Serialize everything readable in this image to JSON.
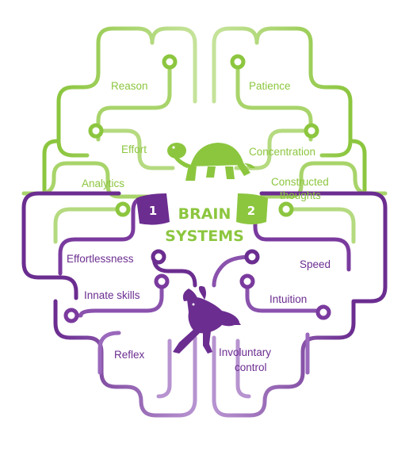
{
  "title_line1": "BRAIN",
  "title_line2": "SYSTEMS",
  "system1_number": "1",
  "system2_number": "2",
  "green_labels": {
    "reason": "Reason",
    "patience": "Patience",
    "effort": "Effort",
    "concentration": "Concentration",
    "analytics": "Analytics",
    "constructed_line1": "Constructed",
    "constructed_line2": "thoughts"
  },
  "purple_labels": {
    "effortlessness": "Effortlessness",
    "speed": "Speed",
    "innate_skills": "Innate skills",
    "intuition": "Intuition",
    "reflex": "Reflex",
    "involuntary_line1": "Involuntary",
    "involuntary_line2": "control"
  },
  "icons": {
    "top": "tortoise-icon",
    "bottom": "hare-icon"
  },
  "colors": {
    "green": "#8cc63f",
    "light_green": "#c5e39a",
    "purple": "#6b2d90",
    "light_purple": "#b793d0"
  }
}
